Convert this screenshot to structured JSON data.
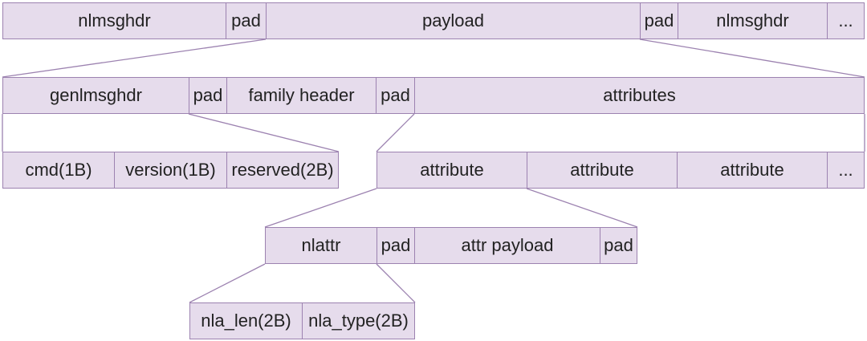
{
  "colors": {
    "fill": "#e6dcec",
    "stroke": "#9c82b0",
    "text": "#222222"
  },
  "row1": {
    "nlmsghdr": "nlmsghdr",
    "pad1": "pad",
    "payload": "payload",
    "pad2": "pad",
    "nlmsghdr2": "nlmsghdr",
    "more": "..."
  },
  "row2": {
    "genlmsghdr": "genlmsghdr",
    "pad1": "pad",
    "family_header": "family header",
    "pad2": "pad",
    "attributes": "attributes"
  },
  "row3a": {
    "cmd": "cmd(1B)",
    "version": "version(1B)",
    "reserved": "reserved(2B)"
  },
  "row3b": {
    "attr1": "attribute",
    "attr2": "attribute",
    "attr3": "attribute",
    "more": "..."
  },
  "row4": {
    "nlattr": "nlattr",
    "pad1": "pad",
    "attr_payload": "attr payload",
    "pad2": "pad"
  },
  "row5": {
    "nla_len": "nla_len(2B)",
    "nla_type": "nla_type(2B)"
  }
}
